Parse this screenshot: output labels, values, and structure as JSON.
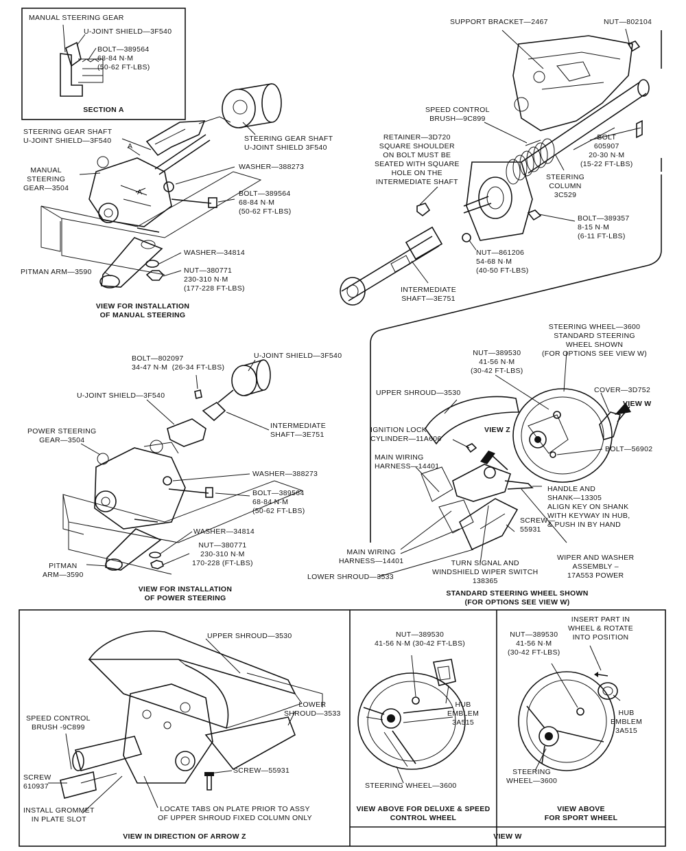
{
  "section_a": {
    "title": "SECTION A",
    "gear_label": "MANUAL STEERING GEAR",
    "shield_label": "U-JOINT SHIELD—3F540",
    "bolt_label": "BOLT—389564\n68-84 N·m\n(50-62 FT-LBS)"
  },
  "manual": {
    "caption": "VIEW FOR INSTALLATION\nOF MANUAL STEERING",
    "shield_left": "STEERING GEAR SHAFT\nU-JOINT SHIELD—3F540",
    "shield_right": "STEERING GEAR SHAFT\nU-JOINT SHIELD 3F540",
    "gear": "MANUAL\nSTEERING\nGEAR—3504",
    "washer1": "WASHER—388273",
    "bolt": "BOLT—389564\n68-84 N·m\n(50-62 FT-LBS)",
    "washer2": "WASHER—34814",
    "nut": "NUT—380771\n230-310 N·m\n(177-228 FT-LBS)",
    "pitman": "PITMAN ARM—3590",
    "mark_a1": "A",
    "mark_a2": "A"
  },
  "column": {
    "support": "SUPPORT BRACKET—2467",
    "nut_top": "NUT—802104",
    "speed_brush": "SPEED CONTROL\nBRUSH—9C899",
    "retainer": "RETAINER—3D720\nSQUARE SHOULDER\nON BOLT MUST BE\nSEATED WITH SQUARE\nHOLE ON THE\nINTERMEDIATE SHAFT",
    "bolt_605907": "BOLT\n605907\n20-30 N·m\n(15-22 FT-LBS)",
    "column_label": "STEERING\nCOLUMN\n3C529",
    "bolt_389357": "BOLT—389357\n8-15 N·m\n(6-11 FT-LBS)",
    "nut_861206": "NUT—861206\n54-68 N·m\n(40-50 FT-LBS)",
    "inter_shaft": "INTERMEDIATE\nSHAFT—3E751"
  },
  "power": {
    "caption": "VIEW FOR INSTALLATION\nOF POWER STEERING",
    "bolt_802097": "BOLT—802097\n34-47 N·m  (26-34 FT-LBS)",
    "shield_top": "U-JOINT SHIELD—3F540",
    "shield_left": "U-JOINT SHIELD—3F540",
    "inter_shaft": "INTERMEDIATE\nSHAFT—3E751",
    "gear": "POWER STEERING\nGEAR—3504",
    "washer1": "WASHER—388273",
    "bolt": "BOLT—389564\n68-84 N·m\n(50-62 FT-LBS)",
    "washer2": "WASHER—34814",
    "nut": "NUT—380771\n230-310 N·m\n170-228 (FT-LBS)",
    "pitman": "PITMAN\nARM—3590"
  },
  "standard": {
    "caption": "STANDARD STEERING WHEEL SHOWN\n(FOR OPTIONS SEE VIEW W)",
    "wheel": "STEERING WHEEL—3600\nSTANDARD STEERING\nWHEEL SHOWN\n(FOR OPTIONS SEE VIEW W)",
    "nut": "NUT—389530\n41-56 N·m\n(30-42 FT-LBS)",
    "cover": "COVER—3D752",
    "view_w": "VIEW W",
    "upper_shroud": "UPPER SHROUD—3530",
    "view_z": "VIEW Z",
    "ign_lock": "IGNITION LOCK\nCYLINDER—11A606",
    "bolt": "BOLT—56902",
    "main_harness_top": "MAIN WIRING\nHARNESS—14401",
    "handle": "HANDLE AND\nSHANK—13305\nALIGN KEY ON SHANK\nWITH KEYWAY IN HUB,\n& PUSH IN BY HAND",
    "screw": "SCREW—\n55931",
    "main_harness_bot": "MAIN WIRING\nHARNESS—14401",
    "turn_signal": "TURN SIGNAL AND\nWINDSHIELD WIPER SWITCH\n138365",
    "wiper": "WIPER AND WASHER\nASSEMBLY –\n17A553 POWER",
    "lower_shroud": "LOWER SHROUD—3533"
  },
  "arrow_z": {
    "caption": "VIEW IN DIRECTION OF ARROW Z",
    "upper_shroud": "UPPER SHROUD—3530",
    "lower_shroud": "LOWER\nSHROUD—3533",
    "speed_brush": "SPEED CONTROL\nBRUSH -9C899",
    "screw_610937": "SCREW\n610937",
    "grommet": "INSTALL GROMMET\nIN PLATE SLOT",
    "screw_55931": "SCREW—55931",
    "tabs_note": "LOCATE TABS ON PLATE PRIOR TO ASSY\nOF UPPER SHROUD FIXED COLUMN ONLY"
  },
  "deluxe": {
    "caption": "VIEW ABOVE FOR DELUXE & SPEED\nCONTROL WHEEL",
    "nut": "NUT—389530\n41-56 N·m (30-42 FT-LBS)",
    "hub": "HUB\nEMBLEM\n3A515",
    "wheel": "STEERING WHEEL—3600"
  },
  "sport": {
    "caption": "VIEW ABOVE\nFOR SPORT WHEEL",
    "insert": "INSERT PART IN\nWHEEL & ROTATE\nINTO POSITION",
    "nut": "NUT—389530\n41-56 N·m\n(30-42 FT-LBS)",
    "hub": "HUB\nEMBLEM\n3A515",
    "wheel": "STEERING\nWHEEL—3600"
  },
  "view_w_caption": "VIEW W"
}
